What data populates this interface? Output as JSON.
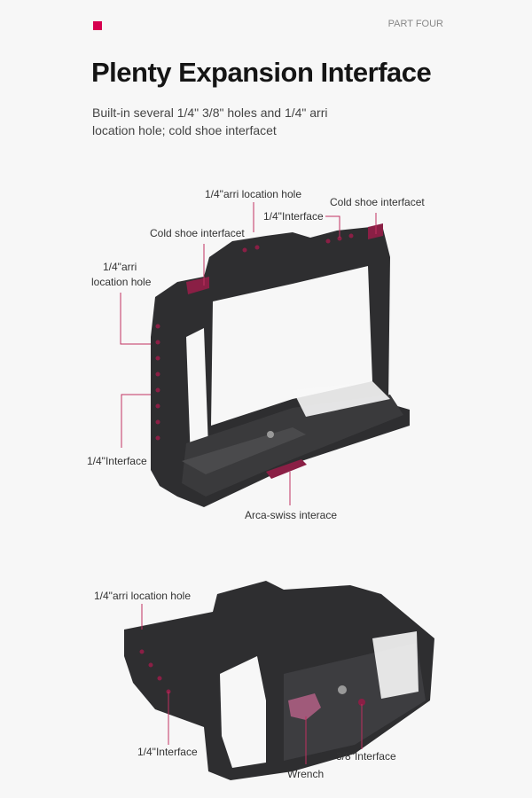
{
  "header": {
    "part_label": "PART FOUR",
    "title": "Plenty Expansion Interface",
    "subtitle": "Built-in several 1/4\" 3/8\" holes and 1/4\" arri location hole; cold shoe interfacet",
    "accent_color": "#d6004f"
  },
  "figure1": {
    "labels": {
      "top_arri": "1/4\"arri location hole",
      "top_interface": "1/4\"Interface",
      "cold_shoe_right": "Cold shoe interfacet",
      "cold_shoe_left": "Cold shoe interfacet",
      "side_arri_line1": "1/4\"arri",
      "side_arri_line2": "location hole",
      "side_interface": "1/4\"Interface",
      "arca": "Arca-swiss interace"
    }
  },
  "figure2": {
    "labels": {
      "arri": "1/4\"arri location hole",
      "interface": "1/4\"Interface",
      "wrench": "Wrench",
      "interface_38": "3/8\"Interface"
    }
  }
}
